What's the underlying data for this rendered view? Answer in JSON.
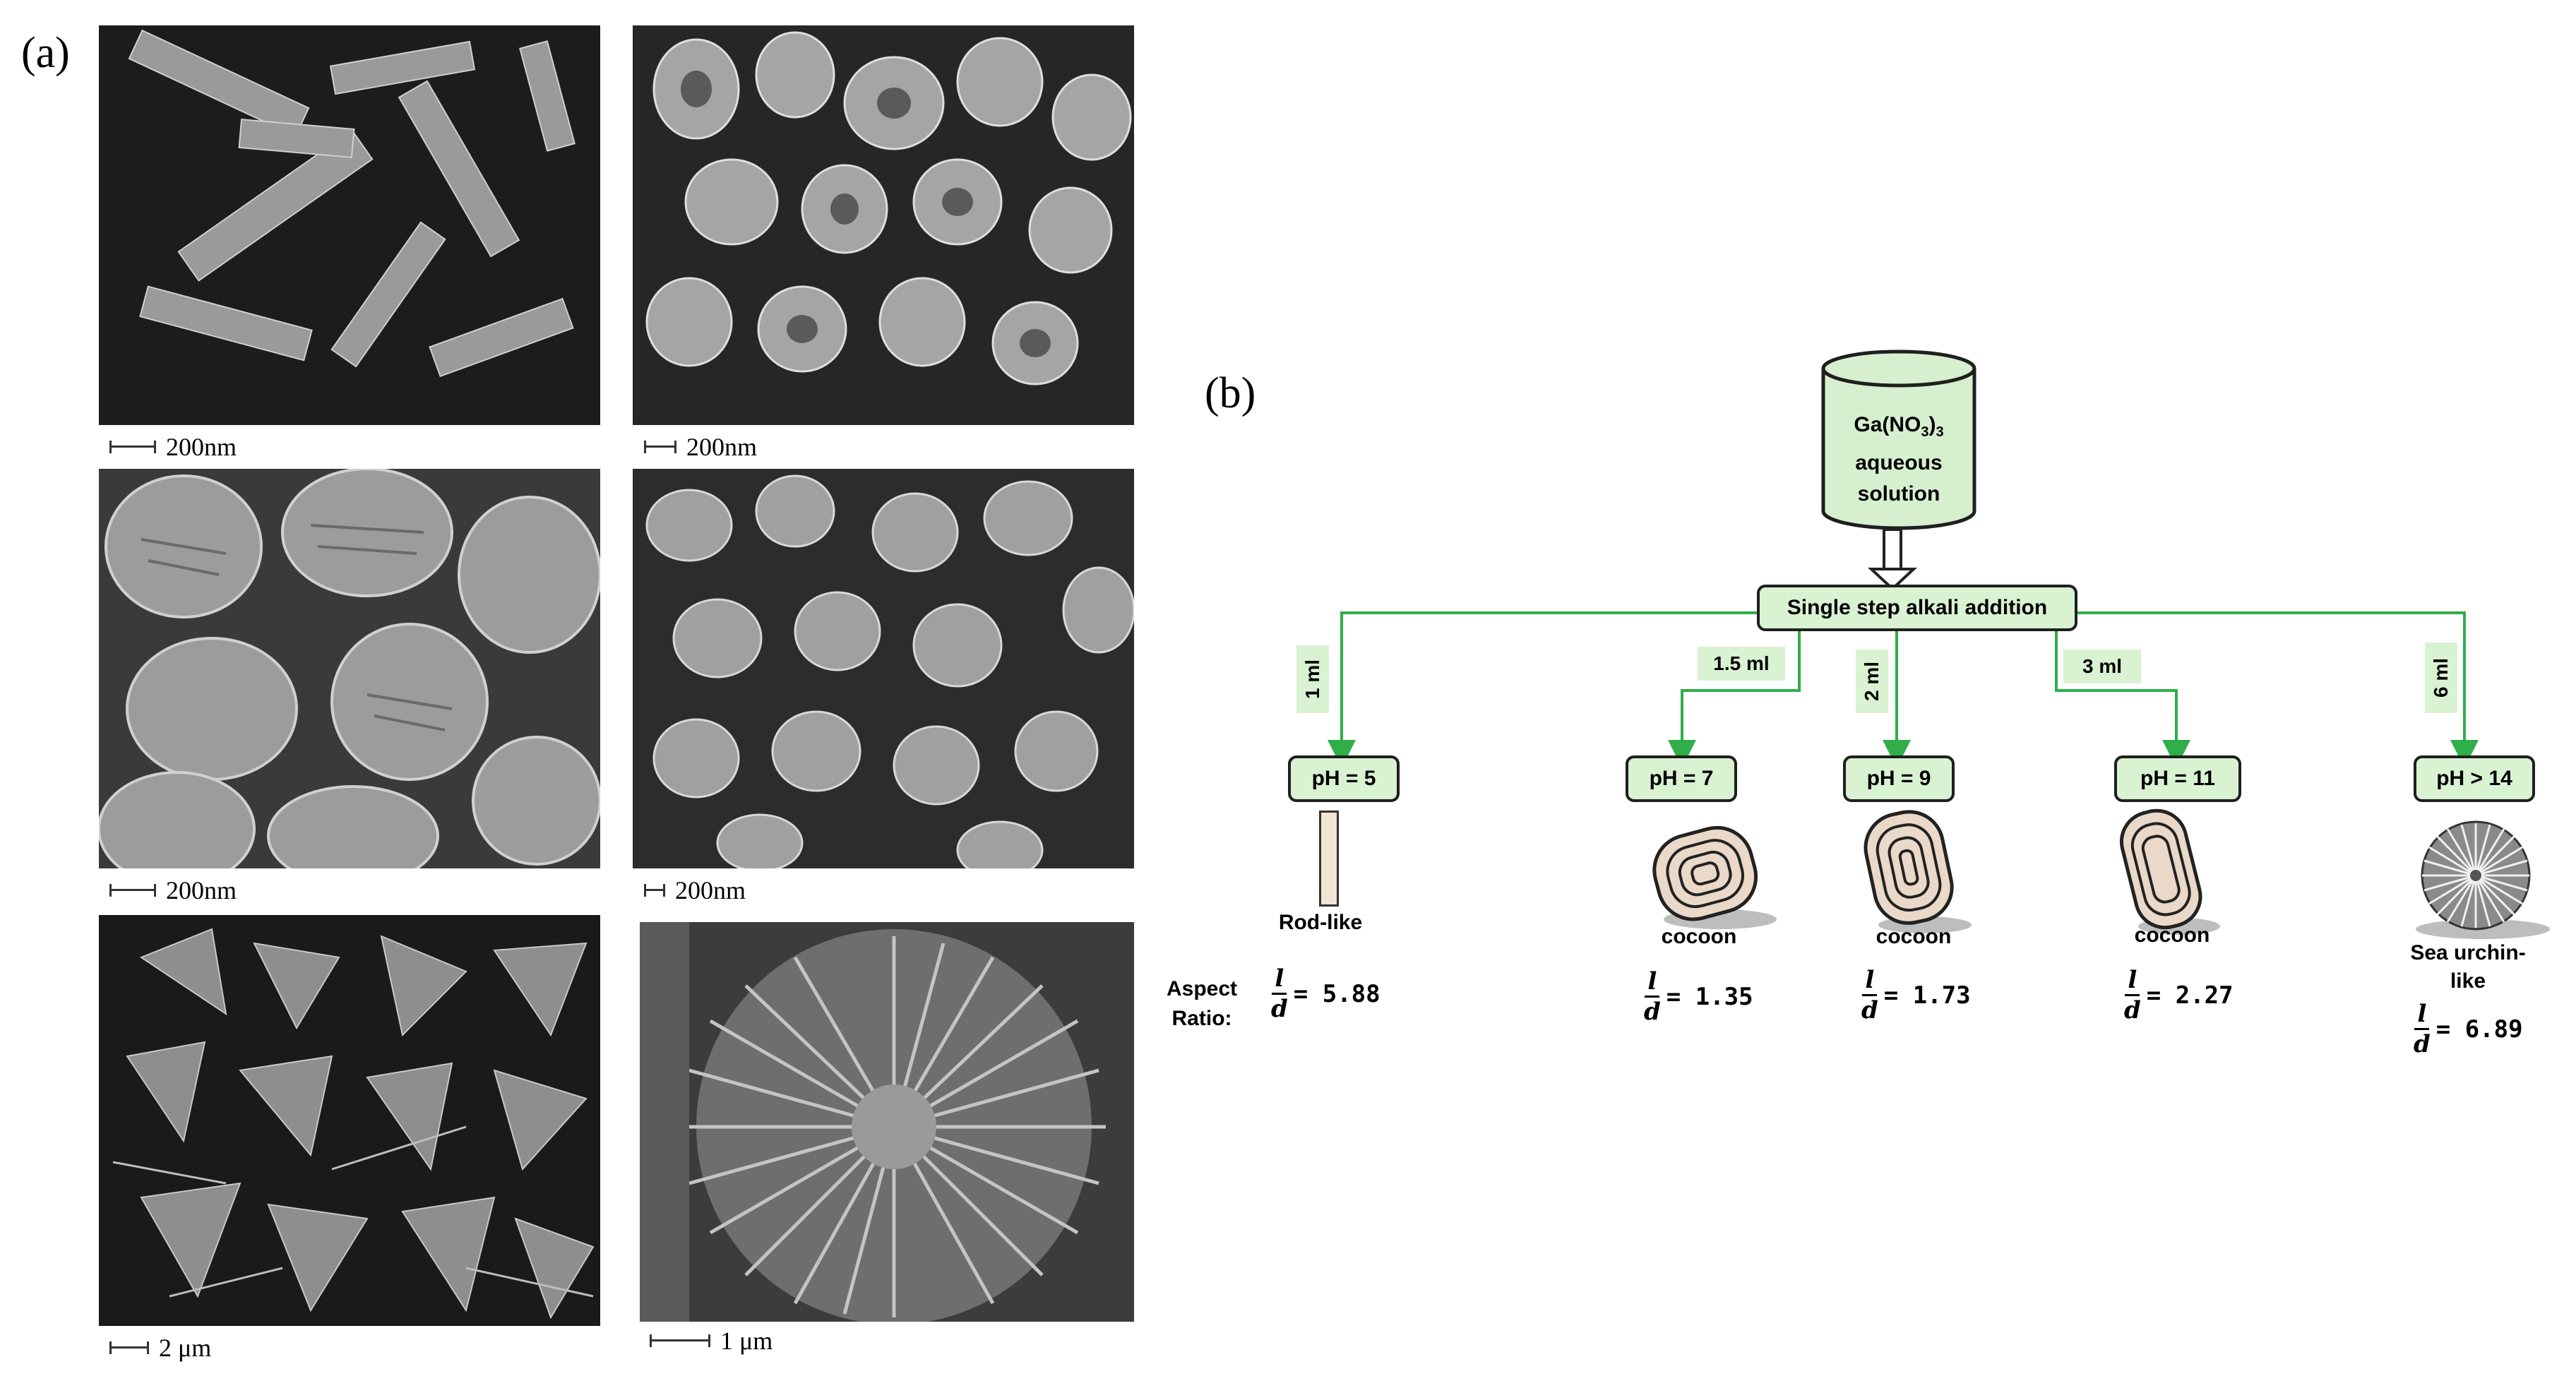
{
  "panel_a": {
    "label": "(a)",
    "images": [
      {
        "name": "sem-rods",
        "scale_label": "200nm"
      },
      {
        "name": "sem-cocoons-small",
        "scale_label": "200nm"
      },
      {
        "name": "sem-cocoons-large",
        "scale_label": "200nm"
      },
      {
        "name": "sem-cocoons-dense",
        "scale_label": "200nm"
      },
      {
        "name": "sem-urchins-overview",
        "scale_label": "2 μm"
      },
      {
        "name": "sem-urchin-closeup",
        "scale_label": "1 μm"
      }
    ]
  },
  "panel_b": {
    "label": "(b)",
    "source": {
      "line1": "Ga(NO",
      "sub": "3",
      "line1_end": ")",
      "sub2": "3",
      "line2": "aqueous",
      "line3": "solution"
    },
    "process": "Single step alkali addition",
    "aspect_label": {
      "line1": "Aspect",
      "line2": "Ratio:"
    },
    "frac_num": "l",
    "frac_den": "d",
    "branches": [
      {
        "volume": "1 ml",
        "ph": "pH = 5",
        "shape": "Rod-like",
        "ratio": "= 5.88"
      },
      {
        "volume": "1.5 ml",
        "ph": "pH = 7",
        "shape": "cocoon",
        "ratio": "= 1.35"
      },
      {
        "volume": "2 ml",
        "ph": "pH = 9",
        "shape": "cocoon",
        "ratio": "= 1.73"
      },
      {
        "volume": "3 ml",
        "ph": "pH = 11",
        "shape": "cocoon",
        "ratio": "= 2.27"
      },
      {
        "volume": "6 ml",
        "ph": "pH > 14",
        "shape_line1": "Sea urchin-",
        "shape_line2": "like",
        "ratio": "= 6.89"
      }
    ]
  },
  "colors": {
    "arrow": "#2fae4a",
    "box_fill": "#d9f2d2",
    "cylinder_fill": "#d6f0cf"
  }
}
